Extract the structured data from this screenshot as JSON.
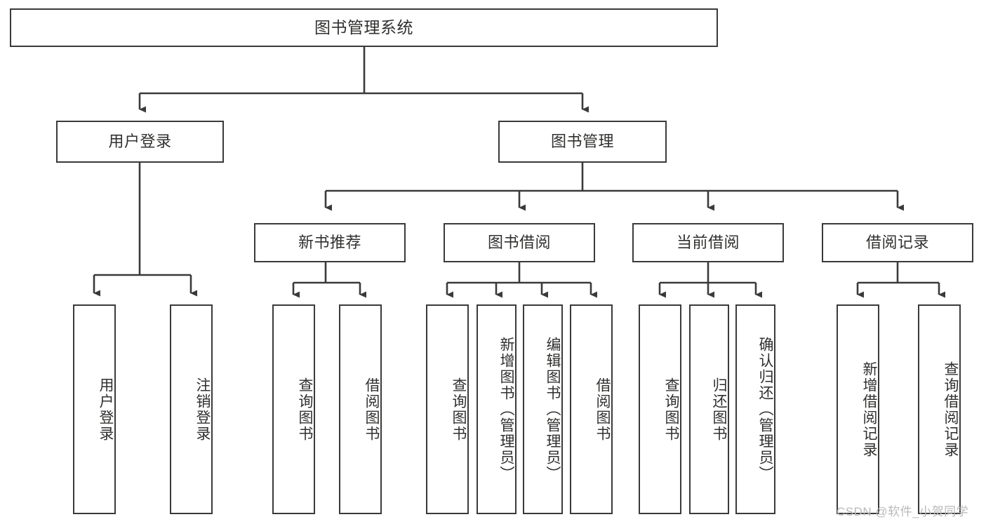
{
  "diagram": {
    "title": "图书管理系统",
    "type": "tree",
    "orientation": "top-down",
    "colors": {
      "background": "#ffffff",
      "stroke": "#3a3a3a",
      "text": "#30302f",
      "watermark": "#b9b9b9"
    },
    "levels": {
      "root": {
        "label": "图书管理系统"
      },
      "level1": [
        {
          "label": "用户登录"
        },
        {
          "label": "图书管理"
        }
      ],
      "level2": [
        {
          "label": "新书推荐"
        },
        {
          "label": "图书借阅"
        },
        {
          "label": "当前借阅"
        },
        {
          "label": "借阅记录"
        }
      ],
      "leaves": {
        "user_login": [
          {
            "label": "用户登录"
          },
          {
            "label": "注销登录"
          }
        ],
        "new_book_recommend": [
          {
            "label": "查询图书"
          },
          {
            "label": "借阅图书"
          }
        ],
        "book_borrow": [
          {
            "label": "查询图书"
          },
          {
            "label": "新增图书（管理员）"
          },
          {
            "label": "编辑图书（管理员）"
          },
          {
            "label": "借阅图书"
          }
        ],
        "current_borrow": [
          {
            "label": "查询图书"
          },
          {
            "label": "归还图书"
          },
          {
            "label": "确认归还（管理员）"
          }
        ],
        "borrow_record": [
          {
            "label": "新增借阅记录"
          },
          {
            "label": "查询借阅记录"
          }
        ]
      }
    }
  },
  "watermark": {
    "text": "CSDN @软件_小贺同学"
  }
}
